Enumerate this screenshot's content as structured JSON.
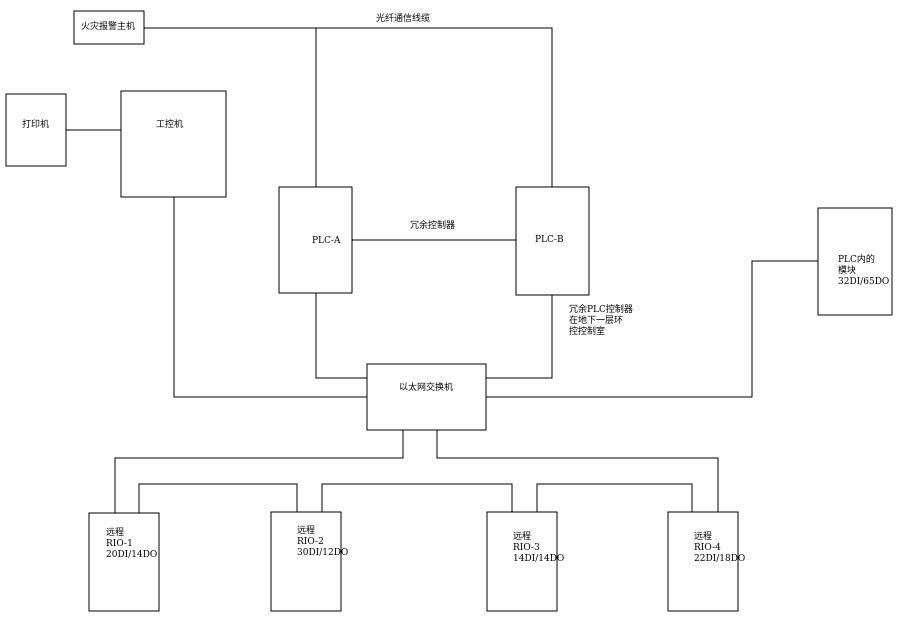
{
  "nodes": {
    "fire_alarm": "火灾报警主机",
    "printer": "打印机",
    "ipc": "工控机",
    "plc_a": "PLC-A",
    "plc_b": "PLC-B",
    "plc_module": "PLC内的\n模块\n32DI/65DO",
    "switch": "以太网交换机",
    "rio1": "远程\nRIO-1\n20DI/14DO",
    "rio2": "远程\nRIO-2\n30DI/12DO",
    "rio3": "远程\nRIO-3\n14DI/14DO",
    "rio4": "远程\nRIO-4\n22DI/18DO"
  },
  "labels": {
    "fiber": "光纤通信线缆",
    "redundant_ctrl": "冗余控制器",
    "redundant_note": "冗余PLC控制器\n在地下一层环\n控控制室"
  },
  "colors": {
    "line": "#000000",
    "background": "#ffffff"
  }
}
